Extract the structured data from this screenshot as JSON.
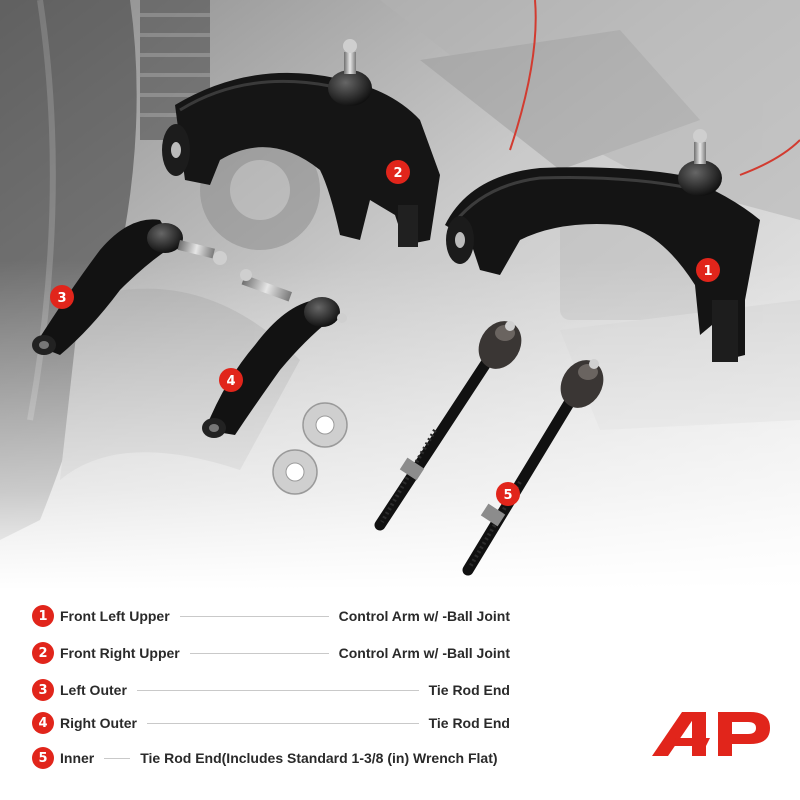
{
  "accent_color": "#e1251b",
  "callouts": [
    {
      "number": "1"
    },
    {
      "number": "2"
    },
    {
      "number": "3"
    },
    {
      "number": "4"
    },
    {
      "number": "5"
    }
  ],
  "legend": [
    {
      "number": "1",
      "label": "Front Left Upper",
      "description": "Control Arm w/ -Ball Joint"
    },
    {
      "number": "2",
      "label": "Front Right Upper",
      "description": "Control Arm w/ -Ball Joint"
    },
    {
      "number": "3",
      "label": "Left Outer",
      "description": "Tie Rod End"
    },
    {
      "number": "4",
      "label": "Right Outer",
      "description": "Tie Rod End"
    },
    {
      "number": "5",
      "label": "Inner",
      "description": "Tie Rod End(Includes Standard 1-3/8 (in) Wrench Flat)"
    }
  ],
  "logo": {
    "icon": "a-premium-logo",
    "color": "#e1251b"
  }
}
